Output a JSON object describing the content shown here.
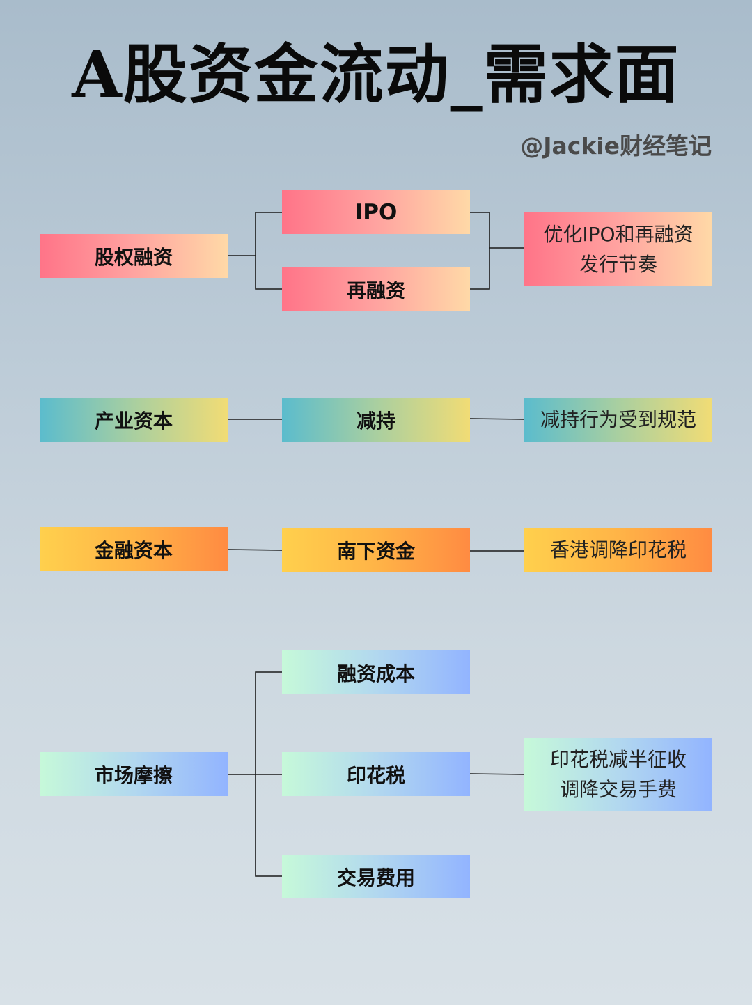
{
  "title": "A股资金流动_需求面",
  "author": "@Jackie财经笔记",
  "rows": {
    "equity": {
      "source": "股权融资",
      "branch_top": "IPO",
      "branch_bottom": "再融资",
      "result_line1": "优化IPO和再融资",
      "result_line2": "发行节奏"
    },
    "industrial": {
      "source": "产业资本",
      "middle": "减持",
      "result": "减持行为受到规范"
    },
    "financial": {
      "source": "金融资本",
      "middle": "南下资金",
      "result": "香港调降印花税"
    },
    "friction": {
      "source": "市场摩擦",
      "branch_top": "融资成本",
      "branch_middle": "印花税",
      "branch_bottom": "交易费用",
      "result_line1": "印花税减半征收",
      "result_line2": "调降交易手费"
    }
  },
  "colors": {
    "pink_start": "#ff7488",
    "pink_end": "#ffd9a7",
    "teal_start": "#5bbccd",
    "teal_end": "#f1dc75",
    "orange_start": "#ffd04d",
    "orange_end": "#ff8b42",
    "mint_start": "#c6f9d9",
    "mint_end": "#92b4ff"
  }
}
